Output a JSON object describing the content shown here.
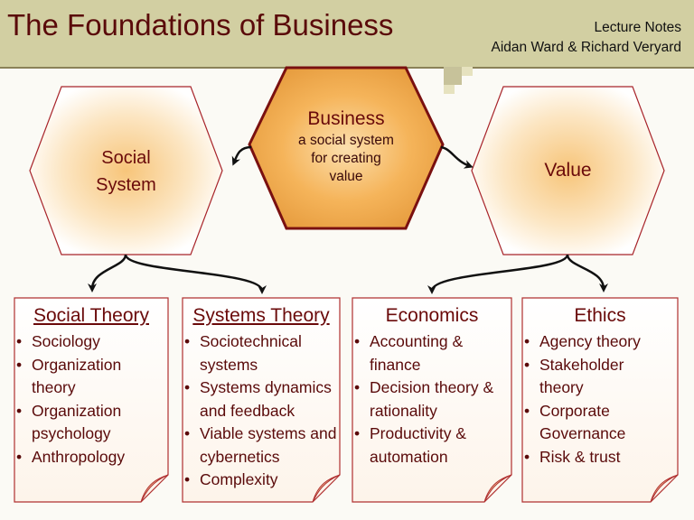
{
  "header": {
    "title": "The Foundations of Business",
    "subtitle_line1": "Lecture Notes",
    "subtitle_line2": "Aidan Ward & Richard Veryard"
  },
  "hexagons": {
    "social": {
      "line1": "Social",
      "line2": "System"
    },
    "business": {
      "title": "Business",
      "line1": "a social system",
      "line2": "for creating",
      "line3": "value"
    },
    "value": {
      "label": "Value"
    }
  },
  "boxes": [
    {
      "title": "Social Theory",
      "items": [
        "Sociology",
        "Organization theory",
        "Organization psychology",
        "Anthropology"
      ]
    },
    {
      "title": "Systems Theory",
      "items": [
        "Sociotechnical systems",
        "Systems dynamics and feedback",
        "Viable systems and cybernetics",
        "Complexity"
      ]
    },
    {
      "title": "Economics",
      "items": [
        "Accounting & finance",
        "Decision theory & rationality",
        "Productivity & automation"
      ]
    },
    {
      "title": "Ethics",
      "items": [
        "Agency theory",
        "Stakeholder theory",
        "Corporate Governance",
        "Risk & trust"
      ]
    }
  ],
  "colors": {
    "header_bg": "#d2cfa2",
    "title_text": "#5a0a0a",
    "hex_border": "#a8242a",
    "business_border": "#7a1010",
    "box_border": "#b03030",
    "hex_glow": "#f7c57a"
  }
}
